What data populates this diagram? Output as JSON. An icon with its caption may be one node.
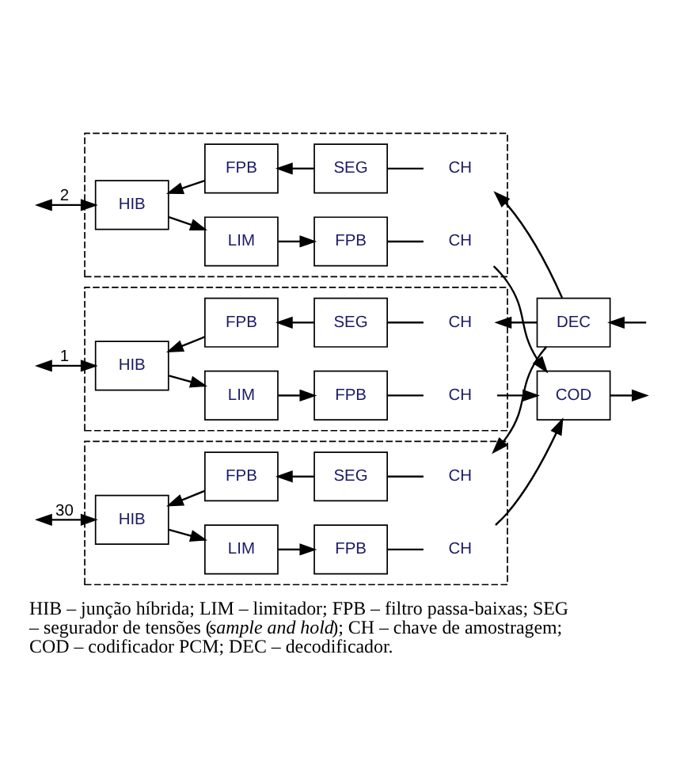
{
  "diagram": {
    "caption": "HIB – junção híbrida; LIM – limitador; FPB – filtro passa-baixas; SEG – segurador de tensões (*sample and hold*); CH – chave de amostragem; COD – codificador PCM; DEC – decodificador.",
    "nodes": [
      {
        "text": [],
        "shape": "box"
      },
      {
        "text": [
          "HIB"
        ],
        "in": 0
      },
      {
        "text": [
          "LIM"
        ],
        "in": 0
      },
      {
        "text": [
          "FPB"
        ],
        "in": 0
      },
      {
        "text": [
          "CH"
        ],
        "in": 0
      },
      {
        "text": [
          "CH"
        ],
        "in": 0
      },
      {
        "text": [
          "SEG"
        ],
        "in": 0
      },
      {
        "text": [
          "FPB"
        ],
        "in": 0
      },
      {
        "text": [],
        "shape": "box"
      },
      {
        "text": [
          "HIB"
        ],
        "in": 8
      },
      {
        "text": [
          "LIM"
        ],
        "in": 8
      },
      {
        "text": [
          "FPB"
        ],
        "in": 8
      },
      {
        "text": [
          "CH"
        ],
        "in": 8
      },
      {
        "text": [
          "CH"
        ],
        "in": 8
      },
      {
        "text": [
          "SEG"
        ],
        "in": 8
      },
      {
        "text": [
          "FPB"
        ],
        "in": 8
      },
      {
        "text": [],
        "shape": "box"
      },
      {
        "text": [
          "HIB"
        ],
        "in": 16
      },
      {
        "text": [
          "LIM"
        ],
        "in": 16
      },
      {
        "text": [
          "FPB"
        ],
        "in": 16
      },
      {
        "text": [
          "CH"
        ],
        "in": 16
      },
      {
        "text": [
          "CH"
        ],
        "in": 16
      },
      {
        "text": [
          "SEG"
        ],
        "in": 16
      },
      {
        "text": [
          "FPB"
        ],
        "in": 16
      },
      {
        "text": [
          "COD"
        ]
      },
      {
        "text": [
          "DEC"
        ]
      }
    ],
    "edges": [
      {
        "from": null,
        "to": 1,
        "arrow": "both",
        "label": "1"
      },
      {
        "from": 1,
        "to": 2,
        "arrow": "to"
      },
      {
        "from": 2,
        "to": 3,
        "arrow": "to"
      },
      {
        "from": 3,
        "to": 4,
        "arrow": "none"
      },
      {
        "from": 4,
        "to": 24,
        "arrow": "to"
      },
      {
        "from": 25,
        "to": 5,
        "arrow": "to"
      },
      {
        "from": 5,
        "to": 6,
        "arrow": "none"
      },
      {
        "from": 6,
        "to": 7,
        "arrow": "to"
      },
      {
        "from": 7,
        "to": 1,
        "arrow": "to"
      },
      {
        "from": null,
        "to": 9,
        "arrow": "both",
        "label": "2"
      },
      {
        "from": 9,
        "to": 10,
        "arrow": "to"
      },
      {
        "from": 10,
        "to": 11,
        "arrow": "to"
      },
      {
        "from": 11,
        "to": 12,
        "arrow": "none"
      },
      {
        "from": 12,
        "to": 24,
        "arrow": "to"
      },
      {
        "from": 25,
        "to": 13,
        "arrow": "to"
      },
      {
        "from": 13,
        "to": 14,
        "arrow": "none"
      },
      {
        "from": 14,
        "to": 15,
        "arrow": "to"
      },
      {
        "from": 15,
        "to": 9,
        "arrow": "to"
      },
      {
        "from": null,
        "to": 17,
        "arrow": "both",
        "label": "30"
      },
      {
        "from": 17,
        "to": 18,
        "arrow": "to"
      },
      {
        "from": 18,
        "to": 19,
        "arrow": "to"
      },
      {
        "from": 19,
        "to": 20,
        "arrow": "none"
      },
      {
        "from": 20,
        "to": 24,
        "arrow": "to"
      },
      {
        "from": 25,
        "to": 21,
        "arrow": "to"
      },
      {
        "from": 21,
        "to": 22,
        "arrow": "none"
      },
      {
        "from": 22,
        "to": 23,
        "arrow": "to"
      },
      {
        "from": 23,
        "to": 17,
        "arrow": "to"
      },
      {
        "from": 24,
        "to": null,
        "arrow": "to"
      },
      {
        "from": null,
        "to": 25,
        "arrow": "to"
      }
    ]
  }
}
